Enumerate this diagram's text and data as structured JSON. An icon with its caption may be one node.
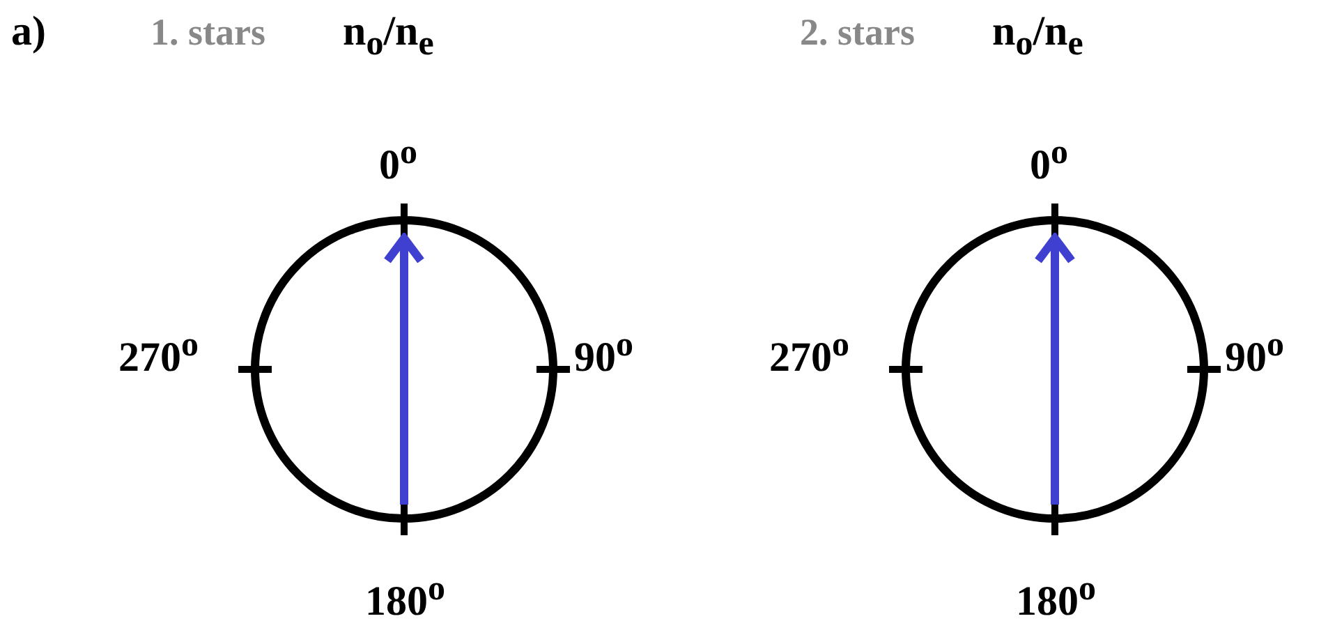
{
  "diagram": {
    "nodes": [
      {
        "text": [],
        "shape": "circle",
        "beside": [
          "0$^{o}$",
          "270$^{o}$",
          "90$^{o}$",
          "180$^{o}$"
        ]
      },
      {
        "text": [],
        "shape": "circle",
        "beside": [
          "0$^{o}$",
          "270$^{o}$",
          "90$^{o}$",
          "180$^{o}$"
        ]
      }
    ],
    "labels": [
      "a)",
      "1. stars",
      "n$_{o}$/n$_{e}$",
      "2. stars",
      "n$_{o}$/n$_{e}$"
    ]
  }
}
